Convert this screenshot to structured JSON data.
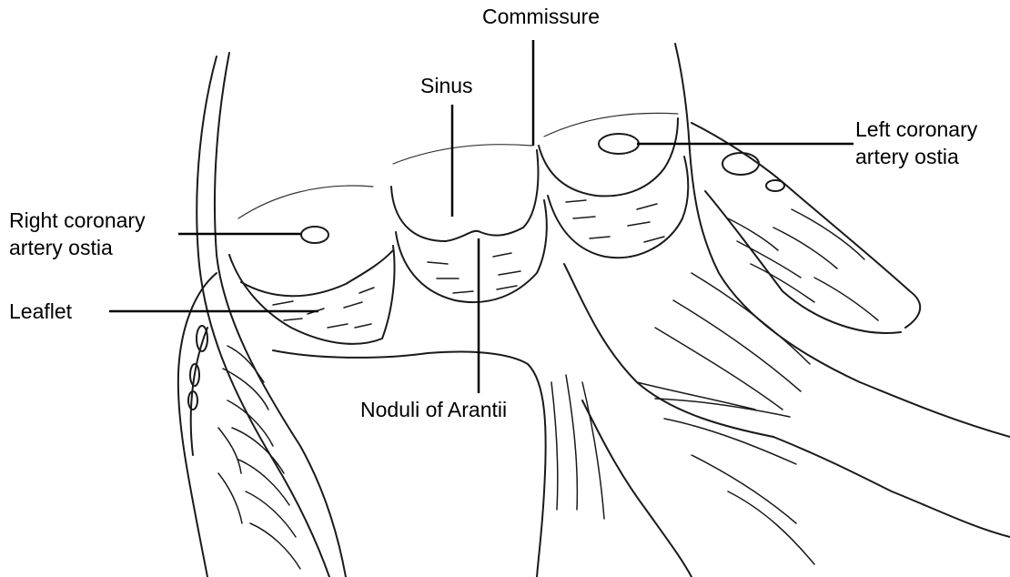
{
  "labels": {
    "commissure": "Commissure",
    "sinus": "Sinus",
    "left_coronary_line1": "Left coronary",
    "left_coronary_line2": "artery ostia",
    "right_coronary_line1": "Right coronary",
    "right_coronary_line2": "artery ostia",
    "leaflet": "Leaflet",
    "noduli": "Noduli of Arantii"
  },
  "colors": {
    "ink": "#1a1a1a",
    "background": "#ffffff",
    "text": "#000000"
  }
}
